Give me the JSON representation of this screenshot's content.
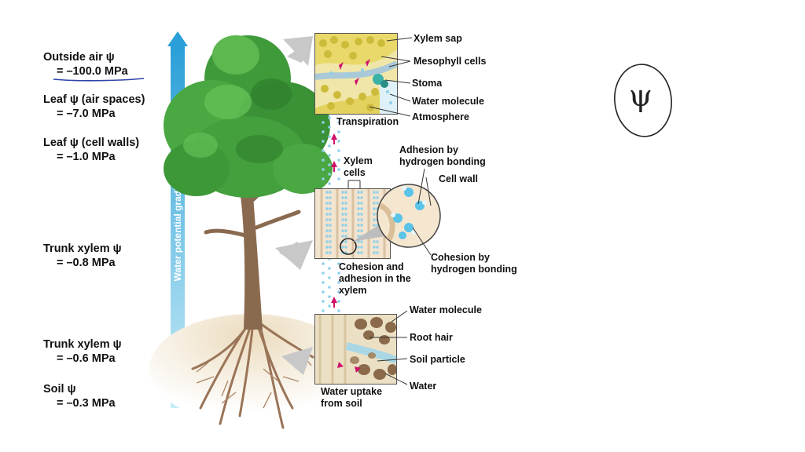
{
  "gradient_label": "Water potential gradient",
  "psi_levels": [
    {
      "title": "Outside air ψ",
      "value": "= –100.0 MPa"
    },
    {
      "title": "Leaf ψ (air spaces)",
      "value": "= –7.0 MPa"
    },
    {
      "title": "Leaf ψ (cell walls)",
      "value": "= –1.0 MPa"
    },
    {
      "title": "Trunk xylem ψ",
      "value": "= –0.8 MPa"
    },
    {
      "title": "Trunk xylem ψ",
      "value": "= –0.6 MPa"
    },
    {
      "title": "Soil ψ",
      "value": "= –0.3 MPa"
    }
  ],
  "leaf_callouts": {
    "xylem_sap": "Xylem sap",
    "mesophyll_cells": "Mesophyll cells",
    "stoma": "Stoma",
    "water_molecule": "Water molecule",
    "atmosphere": "Atmosphere",
    "transpiration": "Transpiration"
  },
  "trunk_callouts": {
    "xylem_cells": "Xylem cells",
    "adhesion": "Adhesion by hydrogen bonding",
    "cell_wall": "Cell wall",
    "cohesion": "Cohesion by hydrogen bonding",
    "cohesion_adhesion": "Cohesion and adhesion in the xylem"
  },
  "root_callouts": {
    "water_molecule": "Water molecule",
    "root_hair": "Root hair",
    "soil_particle": "Soil particle",
    "water": "Water",
    "water_uptake": "Water uptake from soil"
  },
  "handwritten_symbol": "ψ",
  "colors": {
    "gradient_top": "#2a9fd8",
    "gradient_bottom": "#c9ecf7",
    "foliage": "#3f9a3a",
    "trunk": "#8a6a4f",
    "soil": "#e6d3b3",
    "leaf_cells": "#e8d860",
    "water_dot": "#8fd0ea",
    "arrow_magenta": "#d0106c"
  }
}
